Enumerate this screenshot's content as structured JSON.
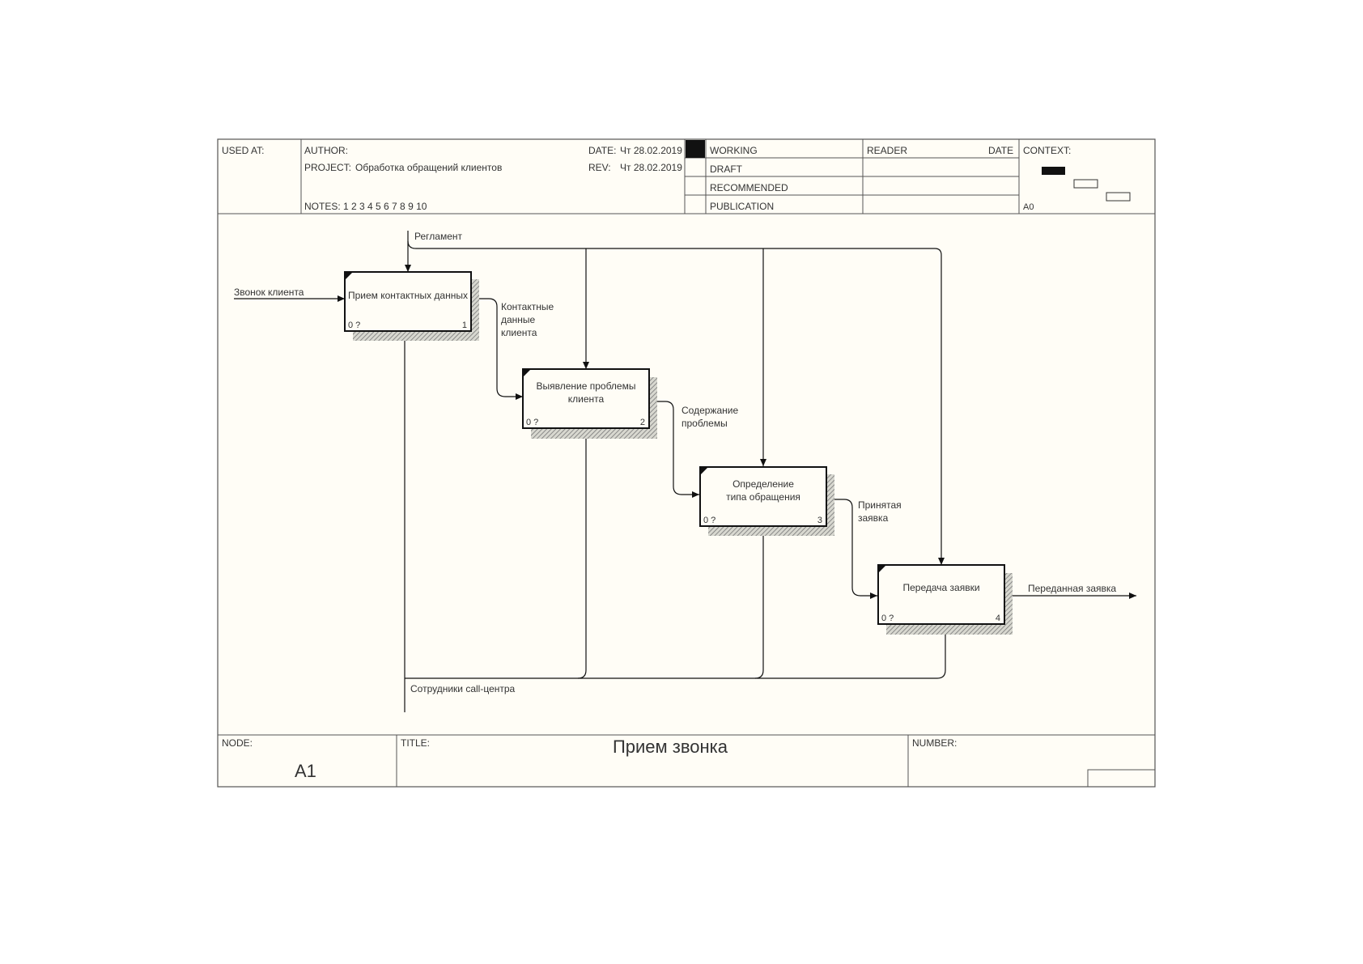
{
  "header": {
    "used_at_label": "USED AT:",
    "author_label": "AUTHOR:",
    "project_label": "PROJECT:",
    "project_value": "Обработка обращений клиентов",
    "notes_label": "NOTES:",
    "notes_value": "1 2 3 4 5 6 7 8 9 10",
    "date_label": "DATE:",
    "date_value": "Чт 28.02.2019",
    "rev_label": "REV:",
    "rev_value": "Чт 28.02.2019",
    "status": [
      "WORKING",
      "DRAFT",
      "RECOMMENDED",
      "PUBLICATION"
    ],
    "reader_label": "READER",
    "reader_date_label": "DATE",
    "context_label": "CONTEXT:",
    "context_node": "A0"
  },
  "activities": [
    {
      "name": "Прием контактных данных",
      "cost": "0 ?",
      "number": "1"
    },
    {
      "name": "Выявление проблемы клиента",
      "cost": "0 ?",
      "number": "2"
    },
    {
      "name": "Определение типа обращения",
      "cost": "0 ?",
      "number": "3"
    },
    {
      "name": "Передача заявки",
      "cost": "0 ?",
      "number": "4"
    }
  ],
  "arrows": {
    "reglament": "Регламент",
    "zvonok": "Звонок клиента",
    "kontakt": "Контактные данные клиента",
    "soderzhanie": "Содержание проблемы",
    "prinyataya": "Принятая заявка",
    "peredannaya": "Переданная заявка",
    "sotrudniki": "Сотрудники call-центра"
  },
  "footer": {
    "node_label": "NODE:",
    "node_value": "A1",
    "title_label": "TITLE:",
    "title_value": "Прием звонка",
    "number_label": "NUMBER:"
  }
}
